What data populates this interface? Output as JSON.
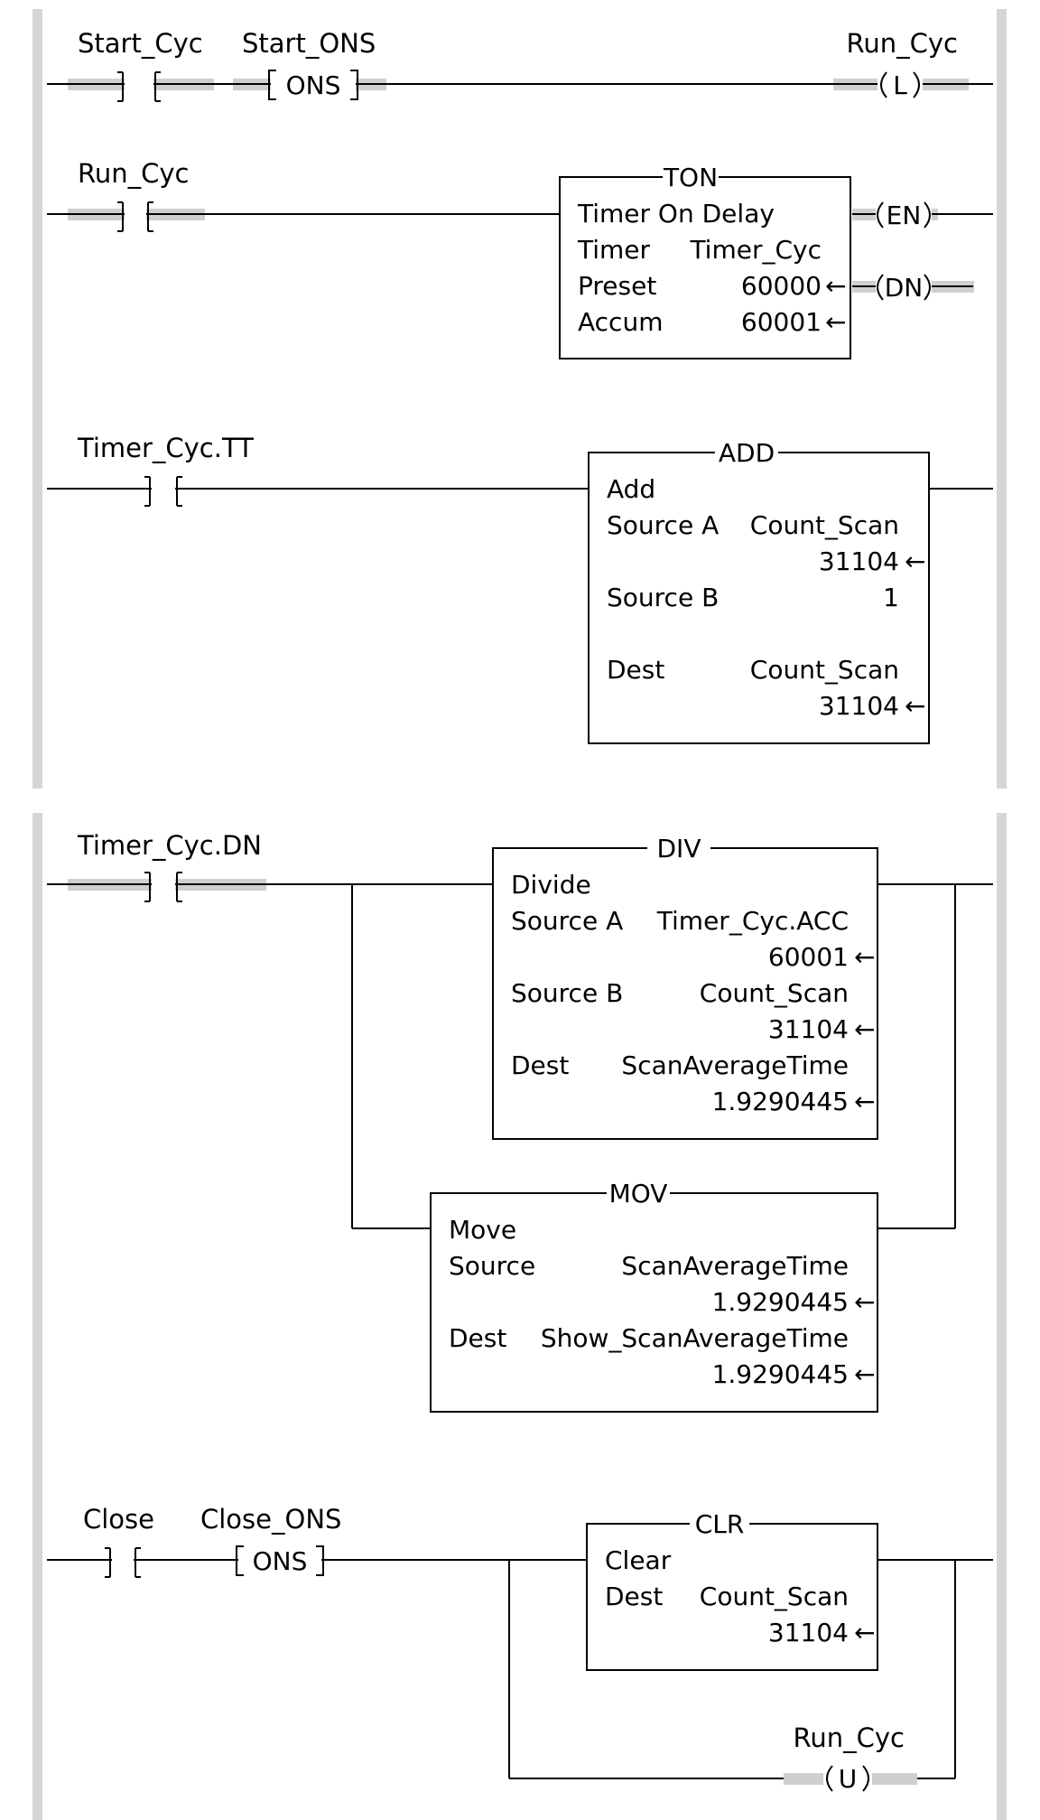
{
  "rung1": {
    "start_cyc": "Start_Cyc",
    "start_ons": "Start_ONS",
    "ons_label": "ONS",
    "run_cyc": "Run_Cyc",
    "latch": "L"
  },
  "rung2": {
    "run_cyc": "Run_Cyc",
    "ton": {
      "title": "TON",
      "desc": "Timer On Delay",
      "timer_label": "Timer",
      "timer_value": "Timer_Cyc",
      "preset_label": "Preset",
      "preset_value": "60000",
      "accum_label": "Accum",
      "accum_value": "60001"
    },
    "en": "EN",
    "dn": "DN"
  },
  "rung3": {
    "contact": "Timer_Cyc.TT",
    "add": {
      "title": "ADD",
      "desc": "Add",
      "srca_label": "Source A",
      "srca_tag": "Count_Scan",
      "srca_value": "31104",
      "srcb_label": "Source B",
      "srcb_value": "1",
      "dest_label": "Dest",
      "dest_tag": "Count_Scan",
      "dest_value": "31104"
    }
  },
  "rung4": {
    "contact": "Timer_Cyc.DN",
    "div": {
      "title": "DIV",
      "desc": "Divide",
      "srca_label": "Source A",
      "srca_tag": "Timer_Cyc.ACC",
      "srca_value": "60001",
      "srcb_label": "Source B",
      "srcb_tag": "Count_Scan",
      "srcb_value": "31104",
      "dest_label": "Dest",
      "dest_tag": "ScanAverageTime",
      "dest_value": "1.9290445"
    },
    "mov": {
      "title": "MOV",
      "desc": "Move",
      "src_label": "Source",
      "src_tag": "ScanAverageTime",
      "src_value": "1.9290445",
      "dest_label": "Dest",
      "dest_tag": "Show_ScanAverageTime",
      "dest_value": "1.9290445"
    }
  },
  "rung5": {
    "close": "Close",
    "close_ons": "Close_ONS",
    "ons_label": "ONS",
    "clr": {
      "title": "CLR",
      "desc": "Clear",
      "dest_label": "Dest",
      "dest_tag": "Count_Scan",
      "dest_value": "31104"
    },
    "run_cyc": "Run_Cyc",
    "unlatch": "U"
  }
}
